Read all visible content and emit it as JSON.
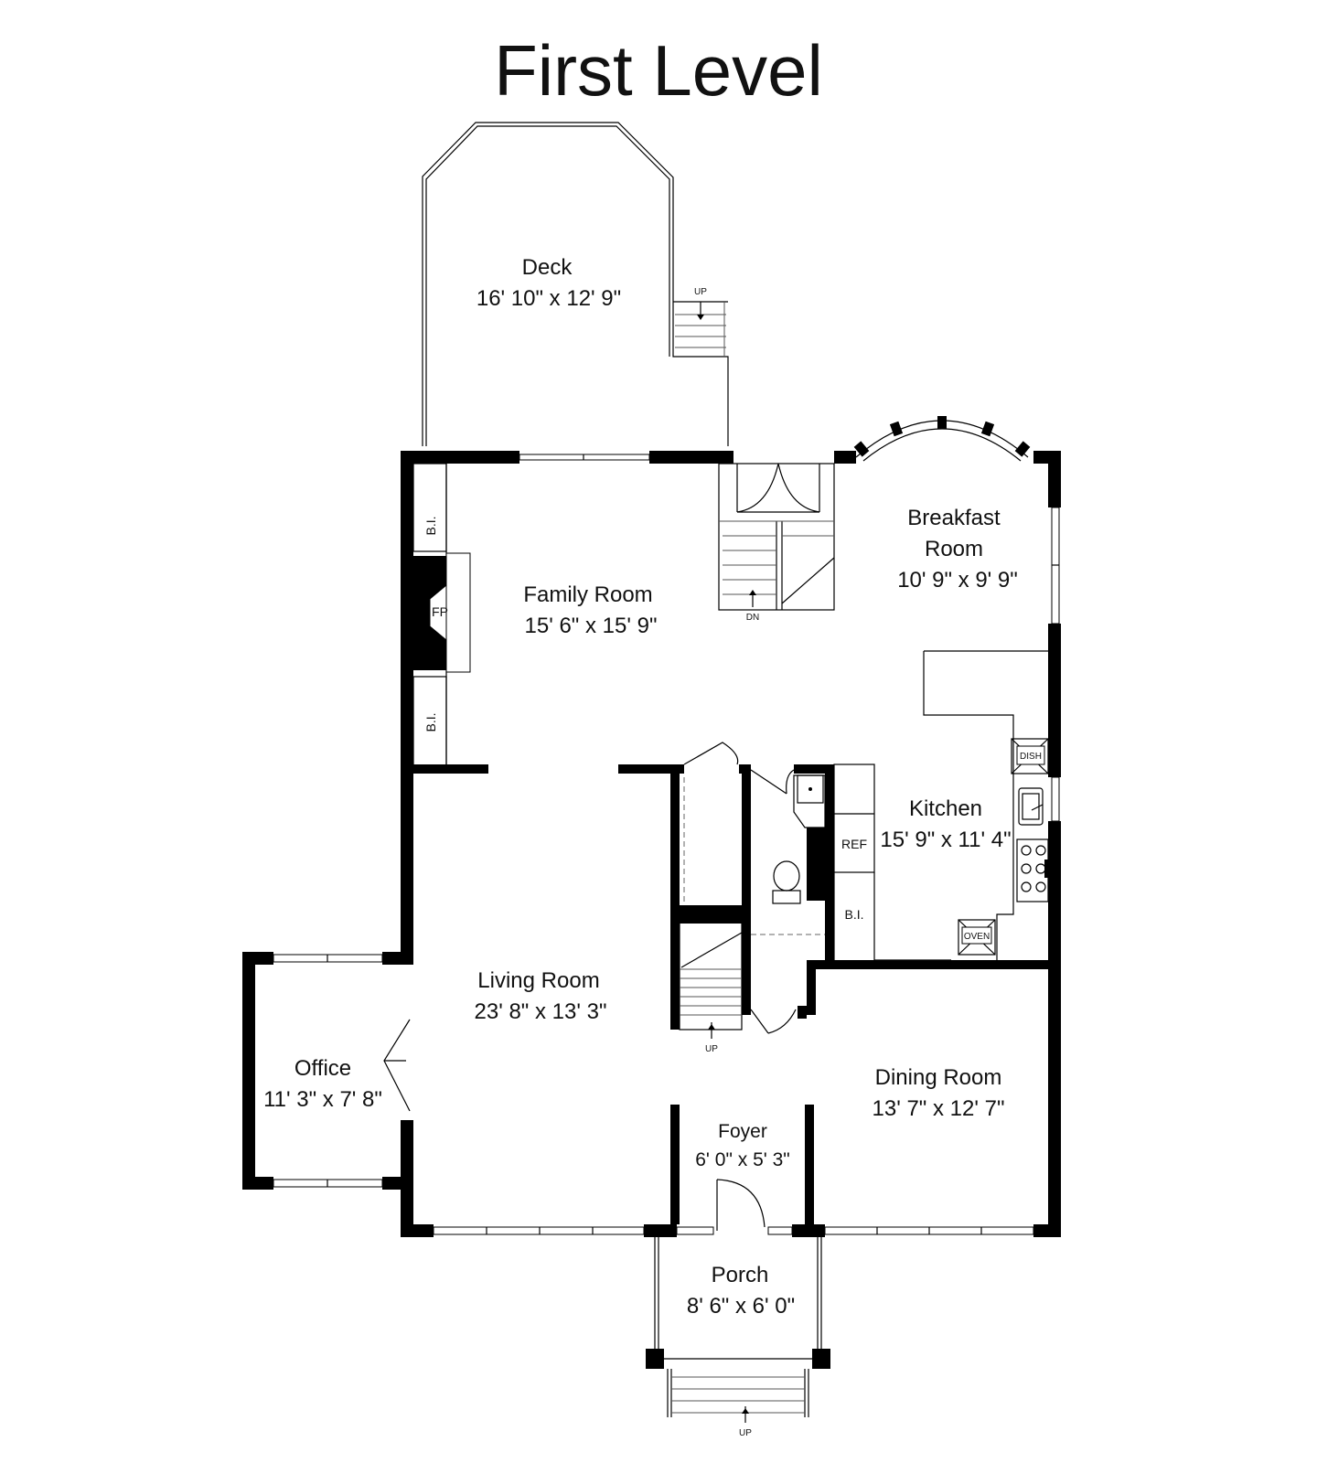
{
  "title": "First Level",
  "rooms": {
    "deck": {
      "name": "Deck",
      "dims": "16' 10\" x 12' 9\""
    },
    "family": {
      "name": "Family Room",
      "dims": "15' 6\" x 15' 9\""
    },
    "breakfast": {
      "name1": "Breakfast",
      "name2": "Room",
      "dims": "10' 9\" x 9' 9\""
    },
    "kitchen": {
      "name": "Kitchen",
      "dims": "15' 9\" x 11' 4\""
    },
    "living": {
      "name": "Living Room",
      "dims": "23' 8\" x 13' 3\""
    },
    "office": {
      "name": "Office",
      "dims": "11' 3\" x 7' 8\""
    },
    "dining": {
      "name": "Dining Room",
      "dims": "13' 7\" x 12' 7\""
    },
    "foyer": {
      "name": "Foyer",
      "dims": "6' 0\" x 5' 3\""
    },
    "porch": {
      "name": "Porch",
      "dims": "8' 6\" x 6' 0\""
    }
  },
  "fixtures": {
    "bi": "B.I.",
    "fp": "FP",
    "ref": "REF",
    "dish": "DISH",
    "oven": "OVEN",
    "up": "UP",
    "dn": "DN"
  }
}
